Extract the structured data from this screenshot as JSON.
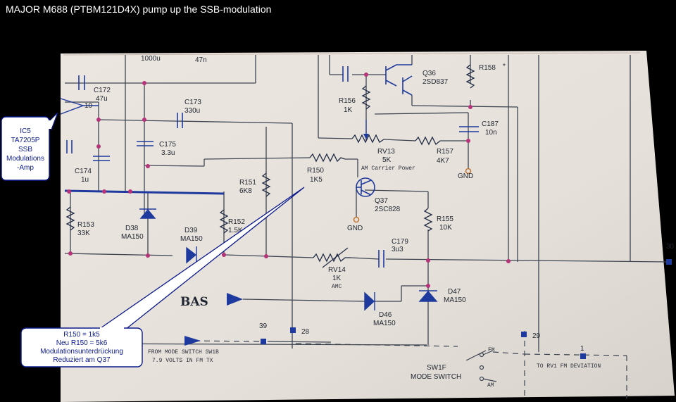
{
  "video": {
    "title": "MAJOR M688 (PTBM121D4X) pump up the SSB-modulation"
  },
  "callouts": {
    "ic5": [
      "IC5",
      "TA7205P",
      "SSB",
      "Modulations",
      "-Amp"
    ],
    "r150": [
      "R150 = 1k5",
      "Neu R150 = 5k6",
      "Modulationsunterdrückung",
      "Reduziert am Q37"
    ]
  },
  "components": {
    "c_top": "1000u",
    "c_47n": "47n",
    "c172": {
      "ref": "C172",
      "value": "47u"
    },
    "pin10": "10",
    "c173": {
      "ref": "C173",
      "value": "330u"
    },
    "c175": {
      "ref": "C175",
      "value": "3.3u"
    },
    "c174": {
      "ref": "C174",
      "value": "1u"
    },
    "r153": {
      "ref": "R153",
      "value": "33K"
    },
    "d38": {
      "ref": "D38",
      "value": "MA150"
    },
    "d39": {
      "ref": "D39",
      "value": "MA150"
    },
    "r152": {
      "ref": "R152",
      "value": "1.5K"
    },
    "r151": {
      "ref": "R151",
      "value": "6K8"
    },
    "r150": {
      "ref": "R150",
      "value": "1K5"
    },
    "q36": {
      "ref": "Q36",
      "value": "2SD837"
    },
    "r158": {
      "ref": "R158",
      "value": "*"
    },
    "r156": {
      "ref": "R156",
      "value": "1K"
    },
    "c187": {
      "ref": "C187",
      "value": "10n"
    },
    "rv13": {
      "ref": "RV13",
      "value": "5K",
      "note": "AM Carrier Power"
    },
    "r157": {
      "ref": "R157",
      "value": "4K7"
    },
    "q37": {
      "ref": "Q37",
      "value": "2SC828"
    },
    "r155": {
      "ref": "R155",
      "value": "10K"
    },
    "c179": {
      "ref": "C179",
      "value": "3u3"
    },
    "rv14": {
      "ref": "RV14",
      "value": "1K",
      "note": "AMC"
    },
    "d47": {
      "ref": "D47",
      "value": "MA150"
    },
    "d46": {
      "ref": "D46",
      "value": "MA150"
    },
    "gnd1": "GND",
    "gnd2": "GND",
    "bas": "BAS",
    "pin39": "39",
    "pin28": "28",
    "pin29": "29",
    "pin1": "1",
    "pin30": "30",
    "mode_note": [
      "FROM MODE SWITCH SW1B",
      "7.9 VOLTS IN FM TX"
    ],
    "sw1f": [
      "SW1F",
      "MODE SWITCH"
    ],
    "fm": "FM",
    "am": "AM",
    "rv1_note": "TO RV1 FM DEVIATION"
  },
  "colors": {
    "wire": "#3c4552",
    "node": "#b8327a",
    "component": "#1e3a9e",
    "callout_border": "#0b1a8c",
    "paper": "#e9e3dd"
  }
}
